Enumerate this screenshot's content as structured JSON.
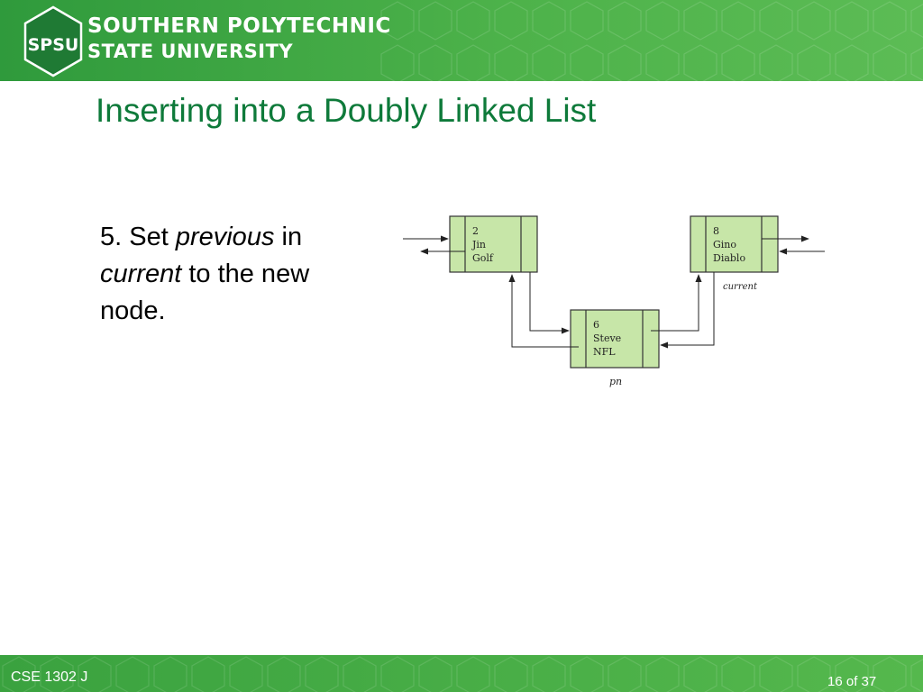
{
  "header": {
    "logo_text": "SPSU",
    "university_line1": "SOUTHERN POLYTECHNIC",
    "university_line2": "STATE UNIVERSITY"
  },
  "slide": {
    "title": "Inserting into a Doubly Linked List",
    "step_prefix": "5. Set ",
    "step_word1": "previous",
    "step_mid1": " in ",
    "step_word2": "current",
    "step_mid2": " to the new node."
  },
  "diagram": {
    "nodes": [
      {
        "lines": [
          "2",
          "Jin",
          "Golf"
        ]
      },
      {
        "lines": [
          "8",
          "Gino",
          "Diablo"
        ]
      },
      {
        "lines": [
          "6",
          "Steve",
          "NFL"
        ]
      }
    ],
    "label_current": "current",
    "label_pn": "pn"
  },
  "footer": {
    "course": "CSE 1302 J",
    "page_current": "16",
    "page_of": "of",
    "page_total": "37"
  },
  "colors": {
    "brand_green": "#4db24a",
    "title_green": "#0e7a3a",
    "node_fill": "#c7e6a8"
  }
}
